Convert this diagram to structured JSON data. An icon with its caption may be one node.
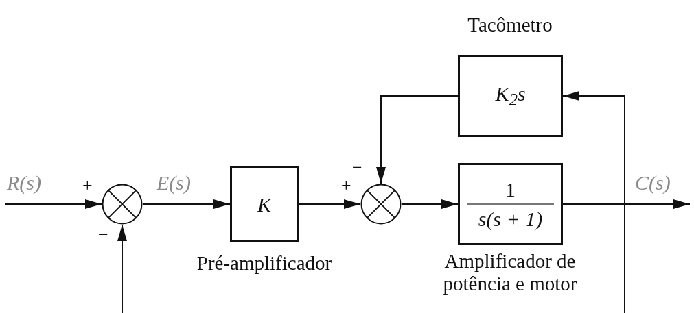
{
  "diagram": {
    "nodes": [
      {
        "text": [],
        "shape": "circle"
      },
      {
        "text": [
          "K"
        ],
        "beside": [
          "Pré-amplificador"
        ]
      },
      {
        "text": [],
        "shape": "circle"
      },
      {
        "text": [
          "K$_{2}$s"
        ],
        "beside": [
          "Tacômetro"
        ]
      },
      {
        "text": [
          "1",
          "s(s + 1)"
        ],
        "beside": [
          "Amplificador de potência e motor"
        ]
      }
    ],
    "edges": [
      {
        "from": null,
        "to": 0,
        "arrow": "to",
        "label": "R(s)"
      },
      {
        "from": 0,
        "to": 1,
        "arrow": "to",
        "label": "E(s)"
      },
      {
        "from": 1,
        "to": 2,
        "arrow": "to"
      },
      {
        "from": 2,
        "to": 4,
        "arrow": "to"
      },
      {
        "from": 4,
        "to": null,
        "arrow": "to",
        "label": "C(s)"
      },
      {
        "from": 4,
        "to": 3,
        "arrow": "to"
      },
      {
        "from": 3,
        "to": 2,
        "arrow": "to"
      },
      {
        "from": null,
        "to": 0,
        "arrow": "to"
      },
      {
        "from": 4,
        "to": null,
        "arrow": "none"
      }
    ],
    "labels": [
      "−",
      "+",
      "+",
      "−"
    ]
  }
}
